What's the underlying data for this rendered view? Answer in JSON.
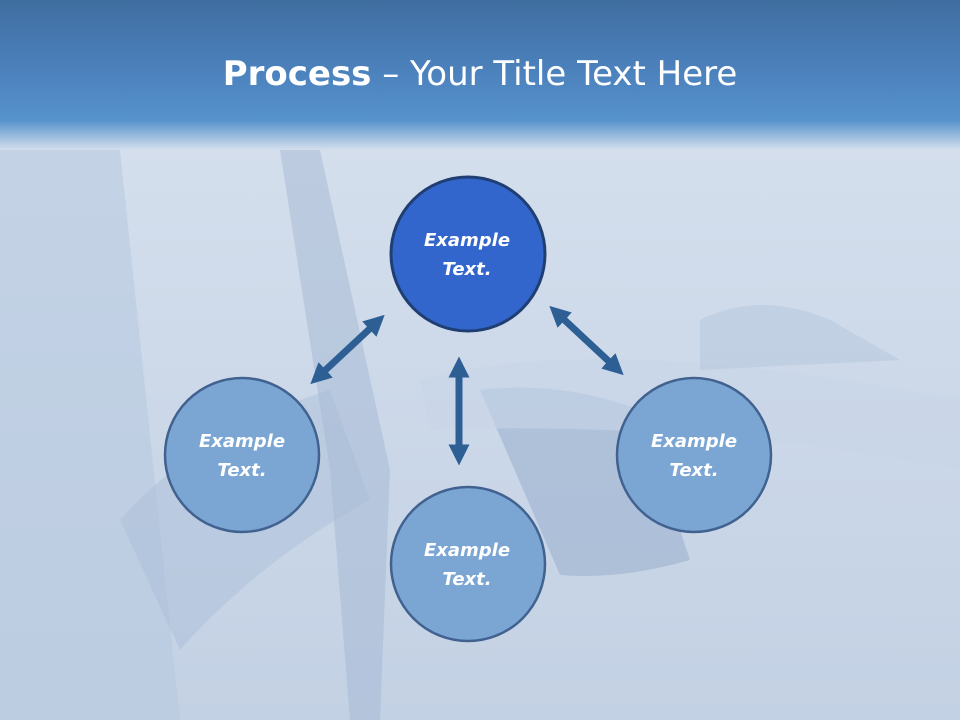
{
  "title": {
    "bold": "Process",
    "rest": " – Your Title Text Here"
  },
  "nodes": [
    {
      "line1": "Example",
      "line2": "Text."
    },
    {
      "line1": "Example",
      "line2": "Text."
    },
    {
      "line1": "Example",
      "line2": "Text."
    },
    {
      "line1": "Example",
      "line2": "Text."
    }
  ],
  "colors": {
    "header": "#4b80bb",
    "highlight_node": "#3366cc",
    "node": "#7ba6d4",
    "node_border": "#41628f",
    "arrow": "#2e5f94"
  }
}
